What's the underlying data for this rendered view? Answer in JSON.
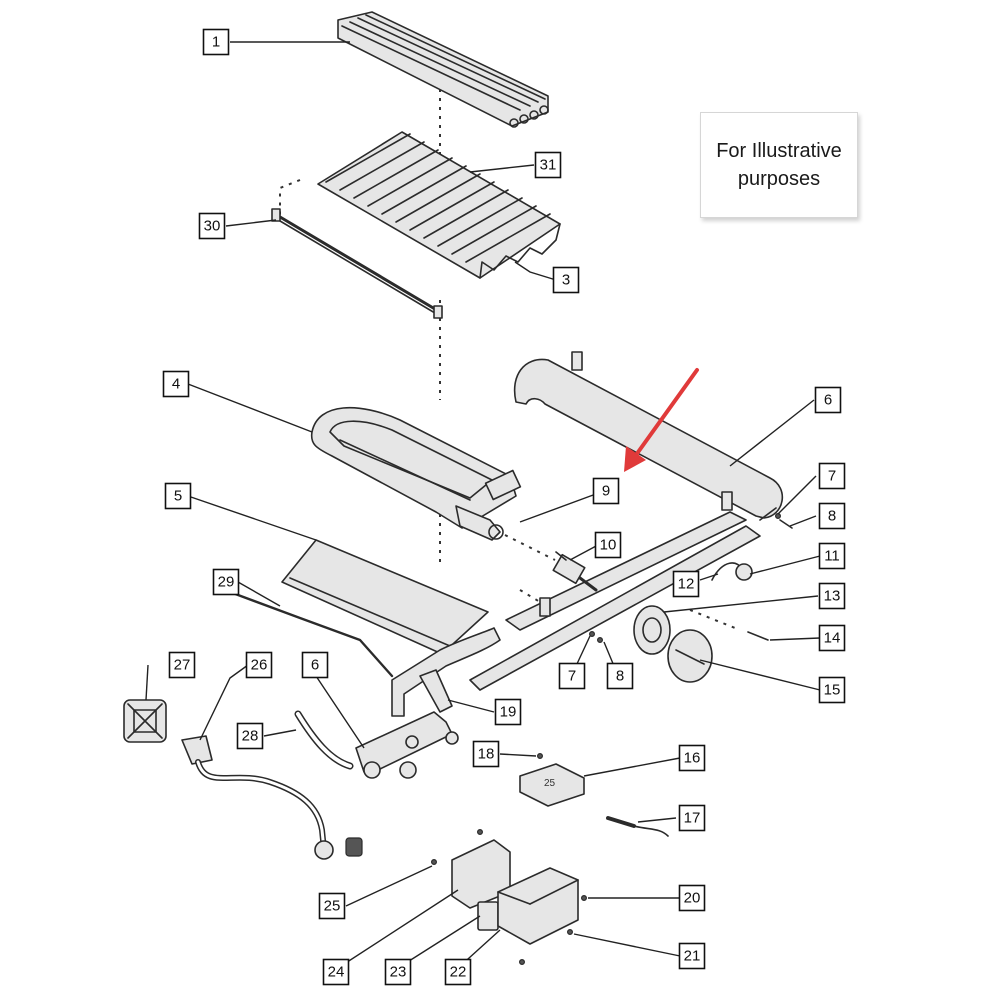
{
  "note": {
    "line1": "For Illustrative",
    "line2": "purposes"
  },
  "arrow_color": "#e03a3a",
  "callouts": [
    "1",
    "31",
    "30",
    "3",
    "4",
    "6",
    "9",
    "7",
    "8",
    "5",
    "10",
    "11",
    "29",
    "12",
    "13",
    "14",
    "8",
    "7",
    "27",
    "26",
    "6",
    "15",
    "19",
    "28",
    "18",
    "16",
    "17",
    "25",
    "20",
    "24",
    "23",
    "22",
    "21"
  ]
}
